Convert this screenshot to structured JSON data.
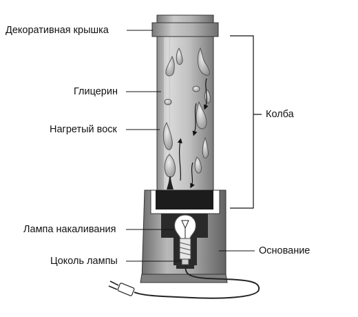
{
  "labels": {
    "cap": "Декоративная крышка",
    "glycerin": "Глицерин",
    "wax": "Нагретый воск",
    "flask": "Колба",
    "bulb": "Лампа накаливания",
    "base": "Основание",
    "socket": "Цоколь лампы"
  },
  "colors": {
    "line": "#111111",
    "wax": "#b3b3b3",
    "dark": "#1c1c1c"
  },
  "icons": [
    "cord-plug-icon",
    "bulb-filament-icon",
    "convection-arrow-icon"
  ]
}
